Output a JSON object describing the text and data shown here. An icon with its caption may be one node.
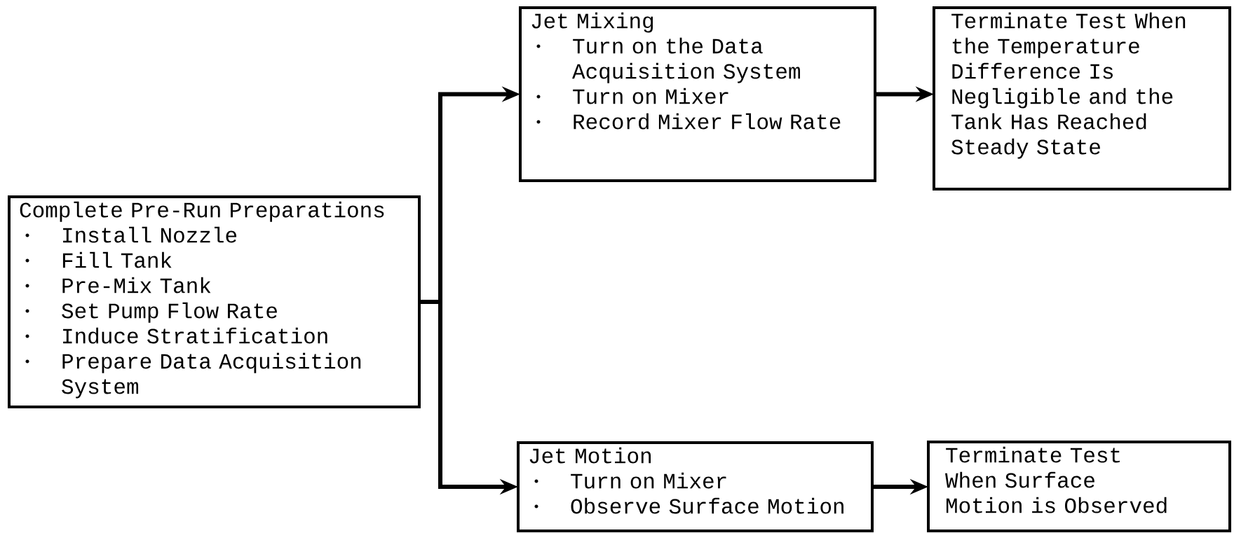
{
  "diagram": {
    "nodes": [
      {
        "text": [
          "Complete Pre-Run Preparations",
          "Install Nozzle",
          "Fill Tank",
          "Pre-Mix Tank",
          "Set Pump Flow Rate",
          "Induce Stratification",
          "Prepare Data Acquisition System"
        ]
      },
      {
        "text": [
          "Jet Mixing",
          "Turn on the Data Acquisition System",
          "Turn on Mixer",
          "Record Mixer Flow Rate"
        ]
      },
      {
        "text": [
          "Terminate Test When the Temperature Difference Is Negligible and the Tank Has Reached Steady State"
        ]
      },
      {
        "text": [
          "Jet Motion",
          "Turn on Mixer",
          "Observe Surface Motion"
        ]
      },
      {
        "text": [
          "Terminate Test When Surface Motion is Observed"
        ]
      }
    ],
    "edges": [
      {
        "from": 0,
        "to": 1,
        "arrow": "to"
      },
      {
        "from": 0,
        "to": 3,
        "arrow": "to"
      },
      {
        "from": 1,
        "to": 2,
        "arrow": "to"
      },
      {
        "from": 3,
        "to": 4,
        "arrow": "to"
      }
    ]
  }
}
